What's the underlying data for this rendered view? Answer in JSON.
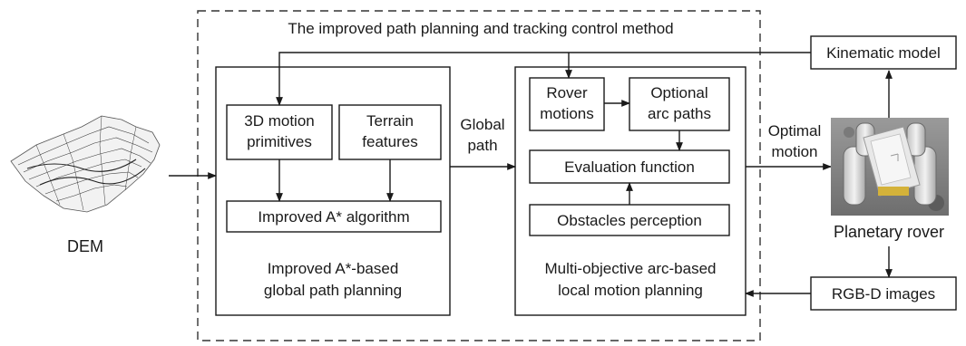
{
  "diagram": {
    "container_title": "The improved path planning and tracking control method",
    "dem_label": "DEM",
    "global_panel": {
      "box_motion_primitives": [
        "3D motion",
        "primitives"
      ],
      "box_terrain_features": [
        "Terrain",
        "features"
      ],
      "box_astar": "Improved A* algorithm",
      "caption": [
        "Improved A*-based",
        "global path planning"
      ]
    },
    "global_path_label": [
      "Global",
      "path"
    ],
    "local_panel": {
      "box_rover_motions": [
        "Rover",
        "motions"
      ],
      "box_arc_paths": [
        "Optional",
        "arc paths"
      ],
      "box_evaluation": "Evaluation function",
      "box_obstacles": "Obstacles perception",
      "caption": [
        "Multi-objective arc-based",
        "local motion planning"
      ]
    },
    "optimal_motion_label": [
      "Optimal",
      "motion"
    ],
    "kinematic_model": "Kinematic model",
    "rover_label": "Planetary rover",
    "rgbd_images": "RGB-D images"
  },
  "colors": {
    "stroke": "#1a1a1a",
    "dashed_border": "#333333",
    "rover_body": "#e8e8e8",
    "rover_background": "#8a8a8a",
    "rover_sensor": "#d4b23a"
  }
}
